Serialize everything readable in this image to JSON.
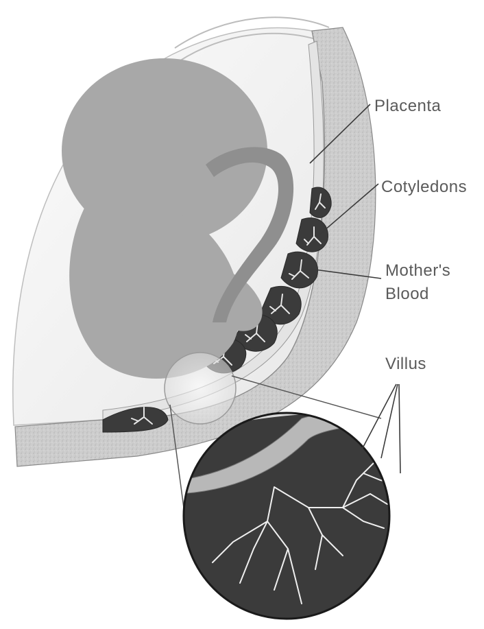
{
  "labels": {
    "placenta": "Placenta",
    "cotyledons": "Cotyledons",
    "mothers_blood_line1": "Mother's",
    "mothers_blood_line2": "Blood",
    "villus": "Villus"
  },
  "colors": {
    "uterine_wall": "#cfcfcf",
    "fetus": "#a8a8a8",
    "umbilical_cord": "#8f8f8f",
    "amniotic_fluid": "#f2f2f2",
    "blood_space": "#3b3b3b",
    "villus_tree": "#e6e6e6",
    "label_text": "#5a5a5a"
  }
}
